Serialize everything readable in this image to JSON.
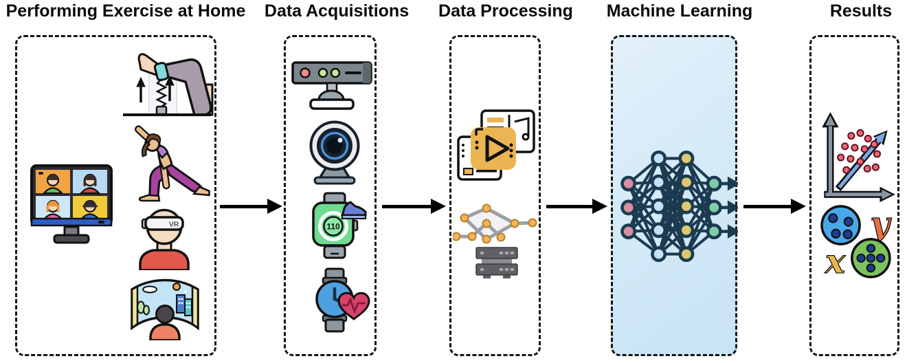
{
  "stages": [
    {
      "title": "Performing Exercise at Home",
      "highlighted": false,
      "icons": [
        "leg-raise-resistance-band-icon",
        "yoga-side-stretch-icon",
        "video-call-monitor-icon",
        "vr-headset-user-icon",
        "immersive-screen-user-icon"
      ]
    },
    {
      "title": "Data Acquisitions",
      "highlighted": false,
      "icons": [
        "depth-camera-icon",
        "webcam-icon",
        "fitness-tracker-watch-icon",
        "heart-rate-watch-icon"
      ]
    },
    {
      "title": "Data Processing",
      "highlighted": false,
      "icons": [
        "video-clips-icon",
        "pose-graph-icon",
        "server-icon"
      ]
    },
    {
      "title": "Machine Learning",
      "highlighted": true,
      "icons": [
        "neural-network-icon"
      ]
    },
    {
      "title": "Results",
      "highlighted": false,
      "icons": [
        "scatter-plot-regression-icon",
        "feature-clusters-xy-icon"
      ]
    }
  ],
  "labels": {
    "vr_headset": "VR",
    "step_count": "110",
    "axis_x": "x",
    "axis_y": "y"
  },
  "colors": {
    "highlight_fill": "#d2e9f7",
    "arrow": "#000000",
    "nn_input_node": "#d98fa2",
    "nn_hidden1_node": "#c4e2f5",
    "nn_hidden2_node": "#dcc96e",
    "nn_output_node": "#7fccab",
    "scatter_dot": "#ee6672",
    "trend_arrow": "#7aa8e0",
    "cluster_blue": "#49a8ea",
    "cluster_green": "#7cc25e"
  }
}
